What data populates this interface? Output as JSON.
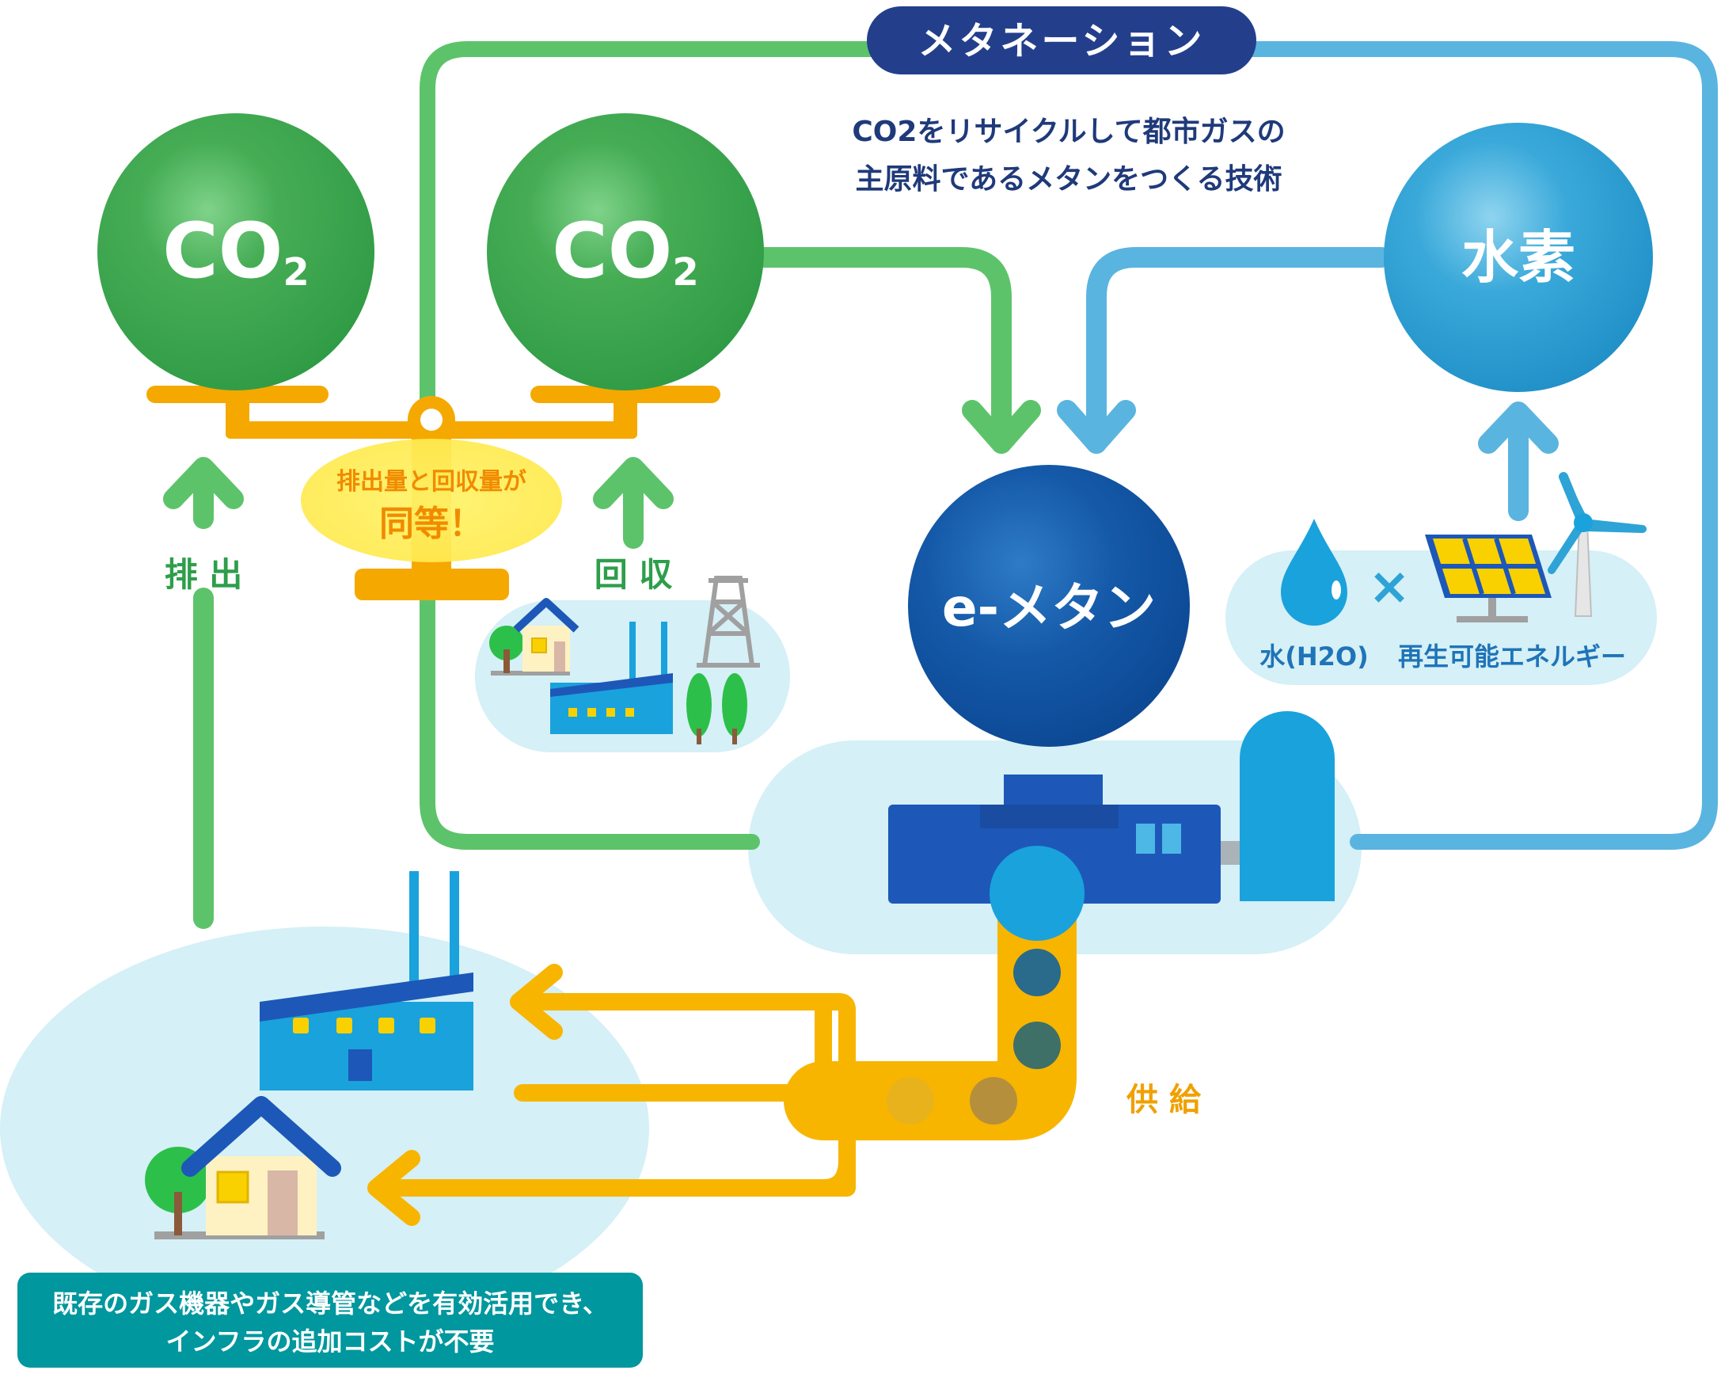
{
  "title_badge": "メタネーション",
  "description": {
    "line1": "CO2をリサイクルして都市ガスの",
    "line2": "主原料であるメタンをつくる技術"
  },
  "co2_left": {
    "main": "CO",
    "sub": "2"
  },
  "co2_right": {
    "main": "CO",
    "sub": "2"
  },
  "hydrogen": "水素",
  "emethane": "e-メタン",
  "balance_note": {
    "line1": "排出量と回収量が",
    "line2": "同等！"
  },
  "emission_label": "排 出",
  "recovery_label": "回 収",
  "supply_label": "供 給",
  "water_label": "水(H2O)",
  "times_sign": "×",
  "renewable_label": "再生可能エネルギー",
  "bottom_note": {
    "line1": "既存のガス機器やガス導管などを有効活用でき、",
    "line2": "インフラの追加コストが不要"
  },
  "colors": {
    "green_loop": "#5dc36a",
    "co2_ball": "#3fa84e",
    "blue_loop": "#5ab4e0",
    "hydrogen_ball": "#2ea3d6",
    "emethane_ball": "#0d4f9e",
    "navy_badge": "#233f8c",
    "orange": "#f5a800",
    "yellow_pipe": "#f7b500",
    "light_bg": "#d5f0f6",
    "teal_box": "#00979e",
    "factory_blue": "#1b8ad0",
    "factory_roof": "#1d58b8",
    "label_green": "#2e9e4b",
    "label_orange": "#f0a000",
    "text_navy": "#1f3a7a"
  }
}
